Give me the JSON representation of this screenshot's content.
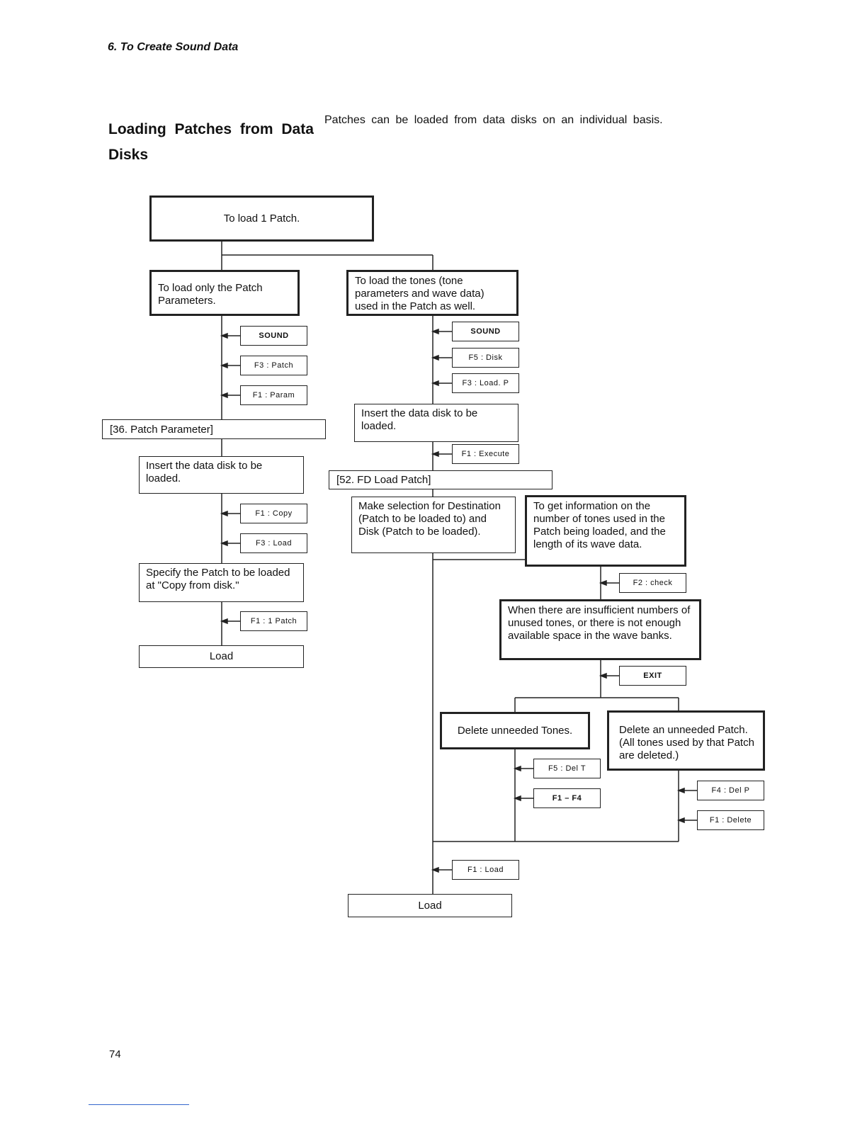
{
  "header": "6. To Create Sound Data",
  "section_title": "Loading Patches from Data Disks",
  "intro": "Patches can be loaded from data disks on an individual basis.",
  "flow": {
    "start": "To load 1 Patch.",
    "left": {
      "branch": "To load only the Patch Parameters.",
      "keys1": [
        "SOUND",
        "F3 : Patch",
        "F1 : Param"
      ],
      "screen": "[36. Patch Parameter]",
      "insert": "Insert the data disk to be loaded.",
      "keys2": [
        "F1 : Copy",
        "F3 : Load"
      ],
      "specify": "Specify the Patch to be loaded at \"Copy from disk.\"",
      "key3": "F1 : 1 Patch",
      "end": "Load"
    },
    "right": {
      "branch": "To load the tones (tone parameters and wave data) used in the Patch as well.",
      "keys1": [
        "SOUND",
        "F5 : Disk",
        "F3 : Load. P"
      ],
      "insert": "Insert the data disk to be loaded.",
      "key_execute": "F1 : Execute",
      "screen": "[52. FD Load Patch]",
      "selection": "Make selection for Destination (Patch to be loaded to) and Disk (Patch to be loaded).",
      "info": "To get information on the number of tones used in the Patch being loaded, and the length of its wave data.",
      "key_check": "F2 : check",
      "warning": "When there are insufficient numbers of unused tones, or there is not enough available space in the wave banks.",
      "key_exit": "EXIT",
      "delete_tones": "Delete unneeded Tones.",
      "delete_tones_keys": [
        "F5 : Del T",
        "F1 – F4"
      ],
      "delete_patch": "Delete an unneeded Patch. (All tones used by that Patch are deleted.)",
      "delete_patch_keys": [
        "F4 : Del P",
        "F1 : Delete"
      ],
      "key_load": "F1 : Load",
      "end": "Load"
    }
  },
  "page_number": "74"
}
